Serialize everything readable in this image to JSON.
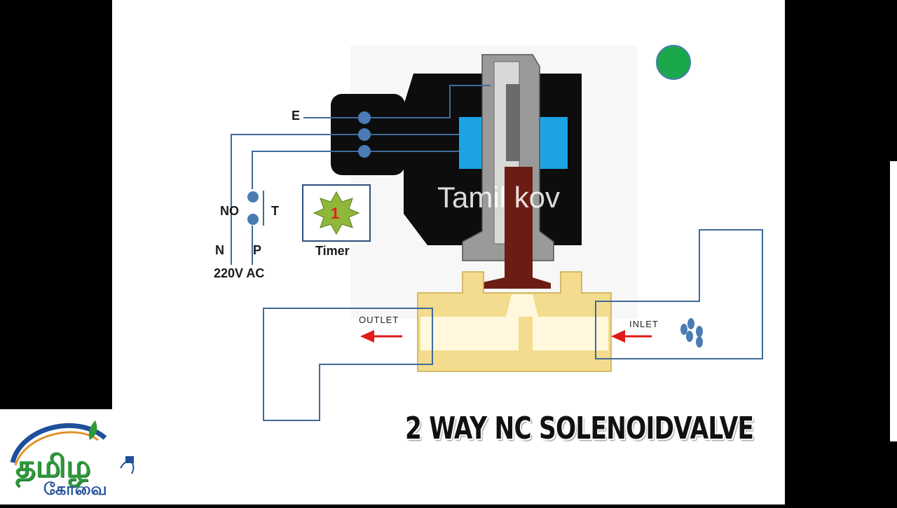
{
  "diagram": {
    "caption": "2 WAY NC SOLENOIDVALVE",
    "watermark": "Tamil kov",
    "labels": {
      "earth": "E",
      "no": "NO",
      "t": "T",
      "neutral": "N",
      "phase": "P",
      "supply": "220V AC",
      "timer": "Timer",
      "timer_number": "1",
      "outlet": "OUTLET",
      "inlet": "INLET"
    },
    "status_indicator_color": "#1aa84a"
  },
  "logo": {
    "main_text": "தமிழ",
    "sub_text": "கோவை"
  },
  "colors": {
    "coil": "#1ca3e3",
    "body_brass": "#f3dc8e",
    "plunger": "#6b1d14",
    "wire": "#3f6a9a",
    "arrow": "#e01b1b"
  }
}
